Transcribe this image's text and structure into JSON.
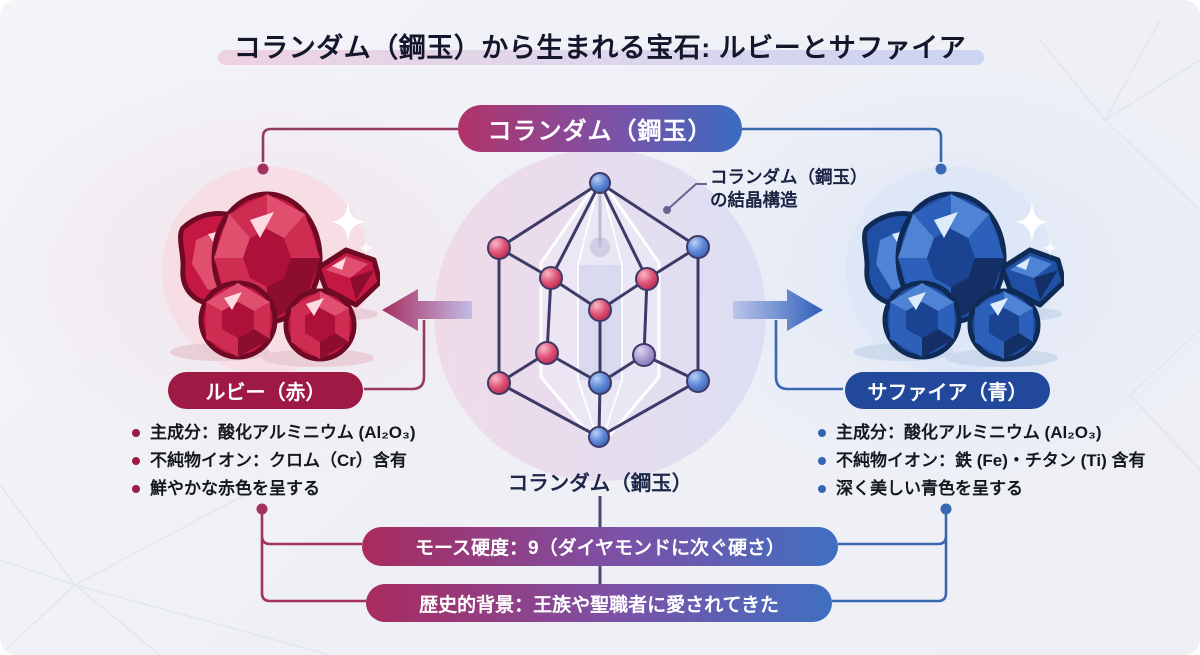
{
  "title": "コランダム（鋼玉）から生まれる宝石: ルビーとサファイア",
  "corundum_pill_label": "コランダム（鋼玉）",
  "crystal": {
    "annotation_line1": "コランダム（鋼玉）",
    "annotation_line2": "の結晶構造",
    "caption": "コランダム（鋼玉）"
  },
  "ruby": {
    "badge_label": "ルビー（赤）",
    "bullets": [
      "主成分：酸化アルミニウム (Al₂O₃)",
      "不純物イオン：クロム（Cr）含有",
      "鮮やかな赤色を呈する"
    ]
  },
  "sapphire": {
    "badge_label": "サファイア（青）",
    "bullets": [
      "主成分：酸化アルミニウム (Al₂O₃)",
      "不純物イオン：鉄 (Fe)・チタン (Ti) 含有",
      "深く美しい青色を呈する"
    ]
  },
  "banners": {
    "hardness": "モース硬度：9（ダイヤモンドに次ぐ硬さ）",
    "history": "歴史的背景：王族や聖職者に愛されてきた"
  },
  "colors": {
    "ruby_accent": "#9e1a45",
    "sapphire_accent": "#21489b",
    "gradient_left": "#b23368",
    "gradient_mid": "#7b52a8",
    "gradient_right": "#3a6cc0",
    "connector_ruby": "#963a64",
    "connector_sapphire": "#3a67b2",
    "lattice_line": "#3e3a68",
    "text_dark": "#15171f"
  }
}
